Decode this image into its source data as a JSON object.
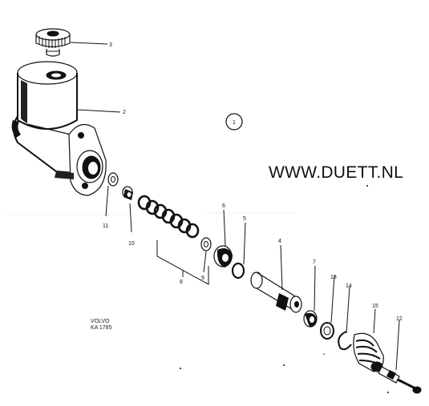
{
  "watermark": "WWW.DUETT.NL",
  "stamp_lines": [
    "VOLVO",
    "KA 1785"
  ],
  "figure_number": "1",
  "callouts": [
    "3",
    "2",
    "11",
    "10",
    "8",
    "9",
    "6",
    "5",
    "4",
    "7",
    "13",
    "14",
    "15",
    "12"
  ]
}
